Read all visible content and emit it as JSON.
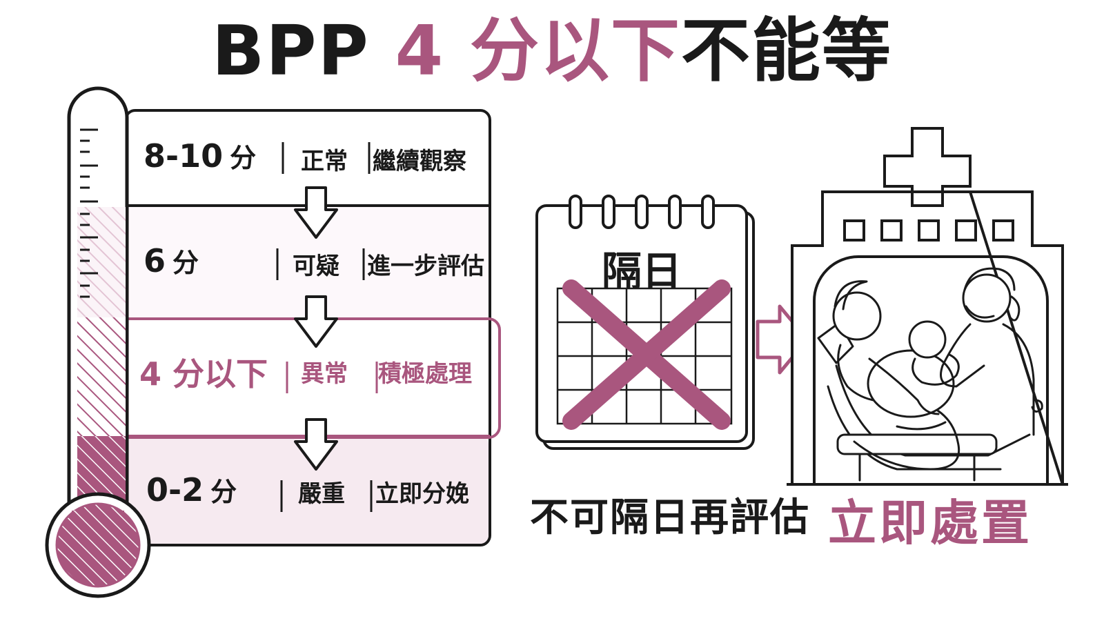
{
  "title": {
    "prefix": "BPP",
    "highlight": "4 分以下",
    "suffix": "不能等"
  },
  "rows": [
    {
      "score": "8-10",
      "unit": "分",
      "status": "正常",
      "action": "繼續觀察",
      "highlight": false
    },
    {
      "score": "6",
      "unit": "分",
      "status": "可疑",
      "action": "進一步評估",
      "highlight": false
    },
    {
      "score": "4 分以下",
      "unit": "",
      "status": "異常",
      "action": "積極處理",
      "highlight": true
    },
    {
      "score": "0-2",
      "unit": "分",
      "status": "嚴重",
      "action": "立即分娩",
      "highlight": false
    }
  ],
  "calendar": {
    "header": "隔日",
    "caption": "不可隔日再評估"
  },
  "hospital": {
    "caption": "立即處置"
  },
  "colors": {
    "accent": "#a9567e",
    "accent_light": "#f3e6ee",
    "ink": "#1a1a1a"
  },
  "icons": [
    "thermometer-icon",
    "down-arrow-icon",
    "calendar-icon",
    "cross-out-icon",
    "right-arrow-icon",
    "hospital-icon",
    "patient-illustration"
  ]
}
